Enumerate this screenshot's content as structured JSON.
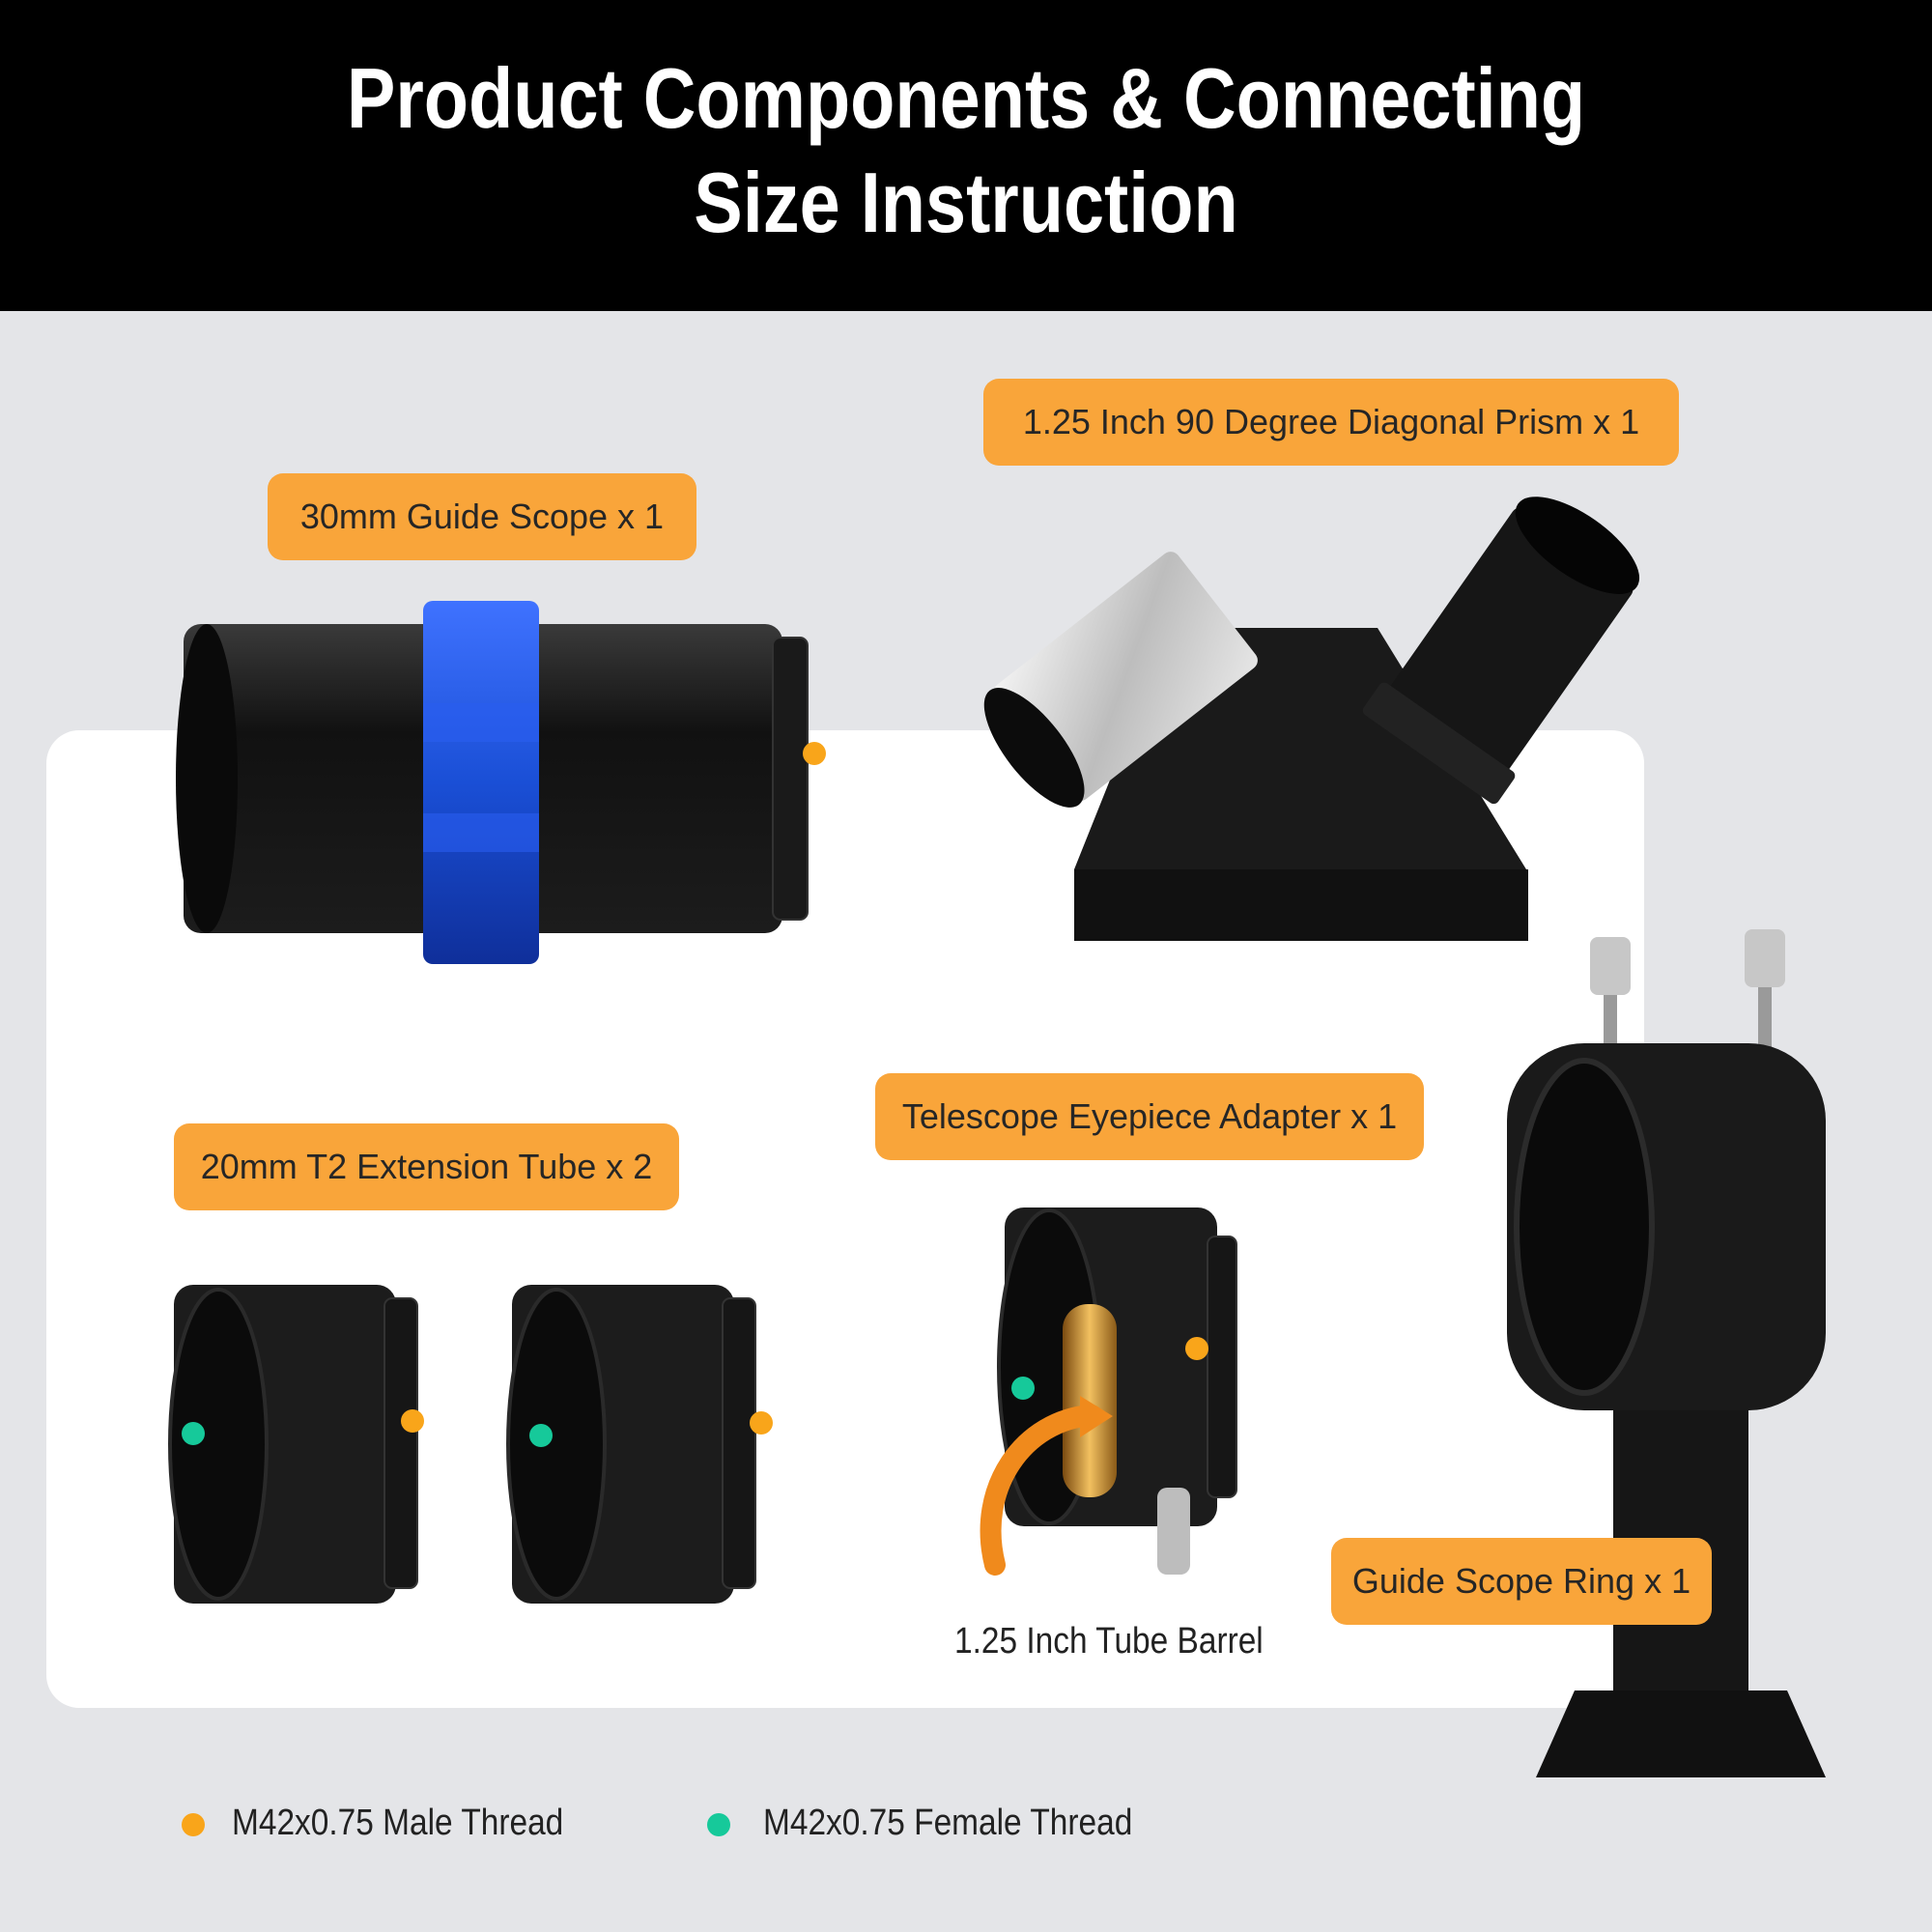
{
  "header": {
    "title_line1": "Product Components & Connecting",
    "title_line2": "Size Instruction"
  },
  "components": {
    "guide_scope": "30mm Guide Scope x 1",
    "diagonal_prism": "1.25 Inch 90 Degree Diagonal Prism x 1",
    "extension_tube": "20mm T2 Extension Tube x 2",
    "eyepiece_adapter": "Telescope Eyepiece Adapter x 1",
    "guide_scope_ring": "Guide Scope Ring x 1",
    "tube_barrel_caption": "1.25 Inch Tube Barrel"
  },
  "legend": {
    "male_label": "M42x0.75 Male Thread",
    "female_label": "M42x0.75 Female Thread"
  },
  "colors": {
    "label_bg": "#f9a53a",
    "male_dot": "#f9a51a",
    "female_dot": "#16c99a",
    "guide_scope_ring_accent": "#1a4fd6",
    "header_bg": "#000000"
  }
}
